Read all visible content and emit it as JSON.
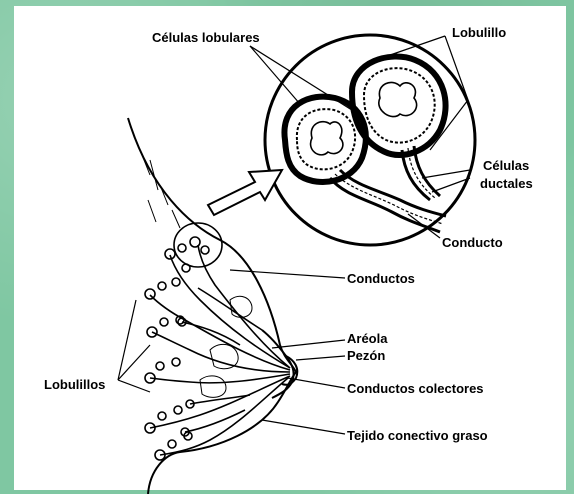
{
  "labels": {
    "celulas_lobulares": "Células lobulares",
    "lobulillo": "Lobulillo",
    "celulas": "Células",
    "ductales": "ductales",
    "conducto": "Conducto",
    "conductos": "Conductos",
    "areola": "Aréola",
    "pezon": "Pezón",
    "lobulillos": "Lobulillos",
    "conductos_colectores": "Conductos colectores",
    "tejido_conectivo": "Tejido conectivo graso"
  },
  "colors": {
    "background": "#7fc7a2",
    "panel": "#ffffff",
    "ink": "#000000"
  }
}
